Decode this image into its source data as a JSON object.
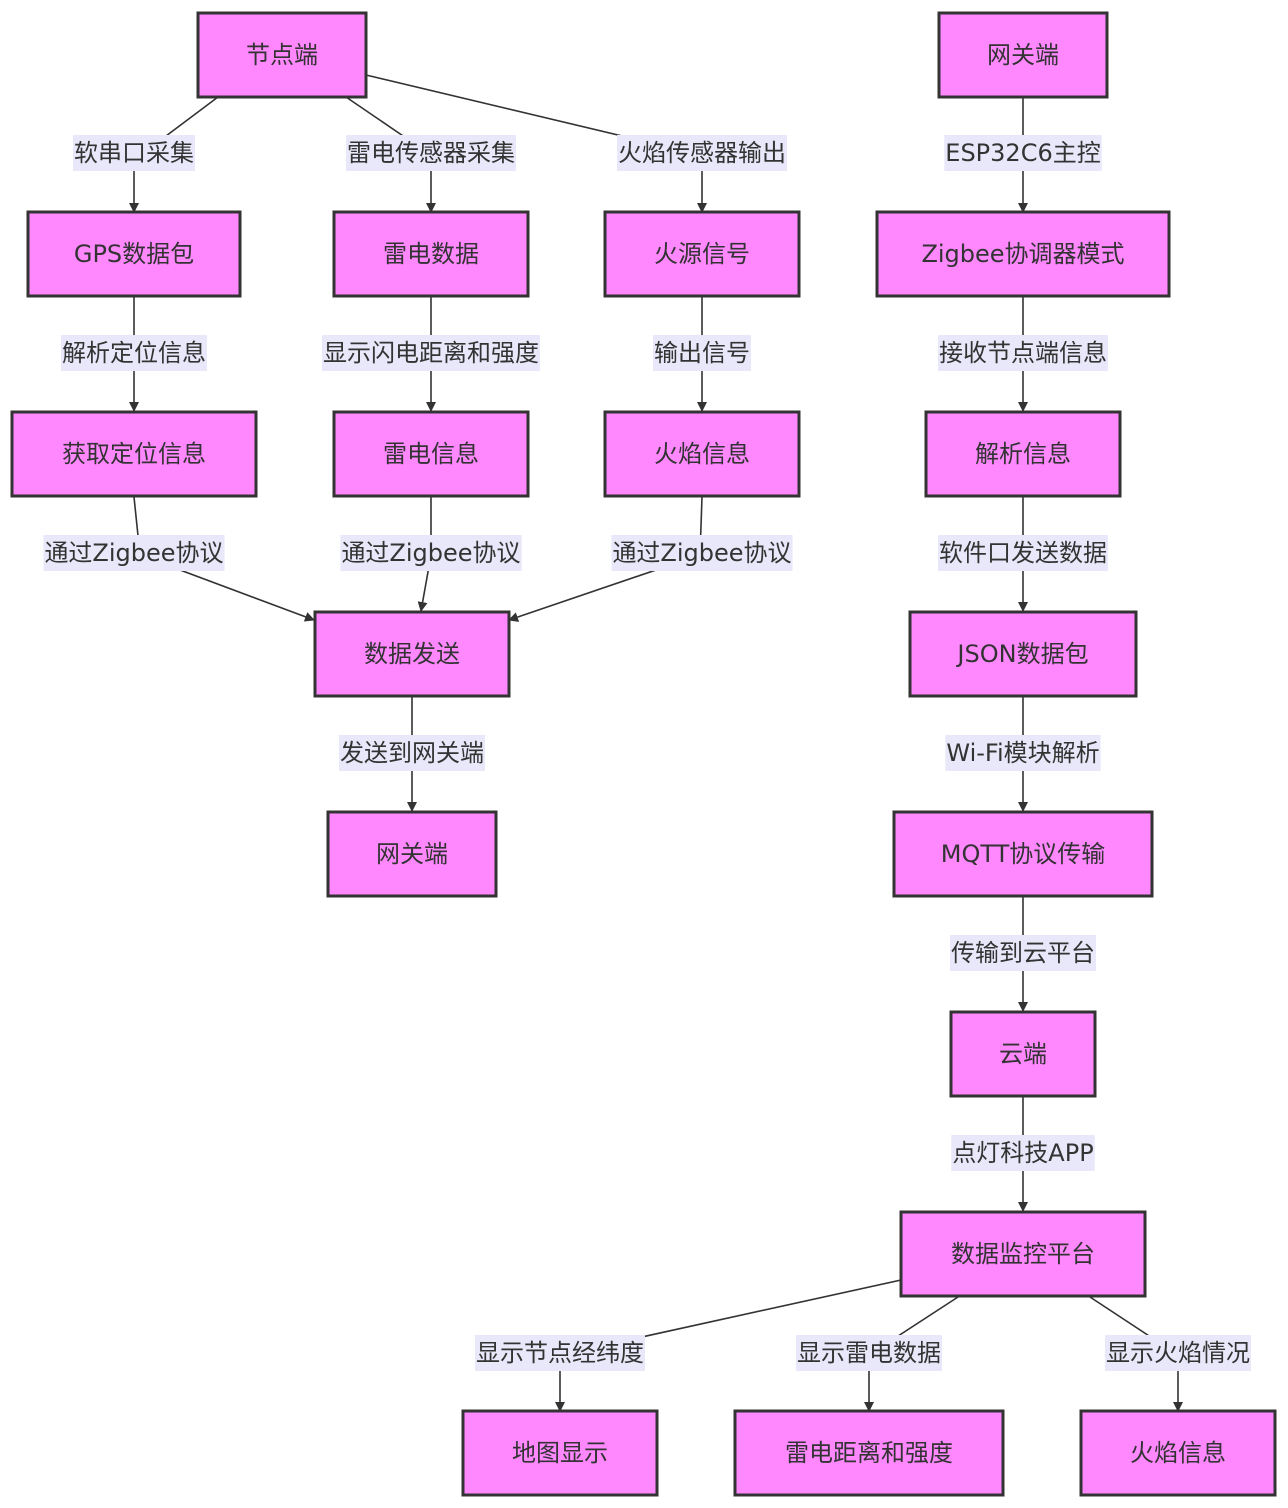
{
  "diagram": {
    "nodes": [
      {
        "id": "node_start",
        "label": "节点端"
      },
      {
        "id": "gps_pkg",
        "label": "GPS数据包"
      },
      {
        "id": "lightning_data",
        "label": "雷电数据"
      },
      {
        "id": "fire_signal",
        "label": "火源信号"
      },
      {
        "id": "get_location",
        "label": "获取定位信息"
      },
      {
        "id": "lightning_info",
        "label": "雷电信息"
      },
      {
        "id": "flame_info",
        "label": "火焰信息"
      },
      {
        "id": "data_send",
        "label": "数据发送"
      },
      {
        "id": "gateway_left",
        "label": "网关端"
      },
      {
        "id": "gateway",
        "label": "网关端"
      },
      {
        "id": "zigbee_coord",
        "label": "Zigbee协调器模式"
      },
      {
        "id": "parse_info",
        "label": "解析信息"
      },
      {
        "id": "json_pkg",
        "label": "JSON数据包"
      },
      {
        "id": "mqtt",
        "label": "MQTT协议传输"
      },
      {
        "id": "cloud",
        "label": "云端"
      },
      {
        "id": "monitor",
        "label": "数据监控平台"
      },
      {
        "id": "map_display",
        "label": "地图显示"
      },
      {
        "id": "lightning_dist",
        "label": "雷电距离和强度"
      },
      {
        "id": "flame_info_2",
        "label": "火焰信息"
      }
    ],
    "edges": [
      {
        "from": "node_start",
        "to": "gps_pkg",
        "label": "软串口采集"
      },
      {
        "from": "node_start",
        "to": "lightning_data",
        "label": "雷电传感器采集"
      },
      {
        "from": "node_start",
        "to": "fire_signal",
        "label": "火焰传感器输出"
      },
      {
        "from": "gps_pkg",
        "to": "get_location",
        "label": "解析定位信息"
      },
      {
        "from": "lightning_data",
        "to": "lightning_info",
        "label": "显示闪电距离和强度"
      },
      {
        "from": "fire_signal",
        "to": "flame_info",
        "label": "输出信号"
      },
      {
        "from": "get_location",
        "to": "data_send",
        "label": "通过Zigbee协议"
      },
      {
        "from": "lightning_info",
        "to": "data_send",
        "label": "通过Zigbee协议"
      },
      {
        "from": "flame_info",
        "to": "data_send",
        "label": "通过Zigbee协议"
      },
      {
        "from": "data_send",
        "to": "gateway_left",
        "label": "发送到网关端"
      },
      {
        "from": "gateway",
        "to": "zigbee_coord",
        "label": "ESP32C6主控"
      },
      {
        "from": "zigbee_coord",
        "to": "parse_info",
        "label": "接收节点端信息"
      },
      {
        "from": "parse_info",
        "to": "json_pkg",
        "label": "软件口发送数据"
      },
      {
        "from": "json_pkg",
        "to": "mqtt",
        "label": "Wi-Fi模块解析"
      },
      {
        "from": "mqtt",
        "to": "cloud",
        "label": "传输到云平台"
      },
      {
        "from": "cloud",
        "to": "monitor",
        "label": "点灯科技APP"
      },
      {
        "from": "monitor",
        "to": "map_display",
        "label": "显示节点经纬度"
      },
      {
        "from": "monitor",
        "to": "lightning_dist",
        "label": "显示雷电数据"
      },
      {
        "from": "monitor",
        "to": "flame_info_2",
        "label": "显示火焰情况"
      }
    ]
  }
}
